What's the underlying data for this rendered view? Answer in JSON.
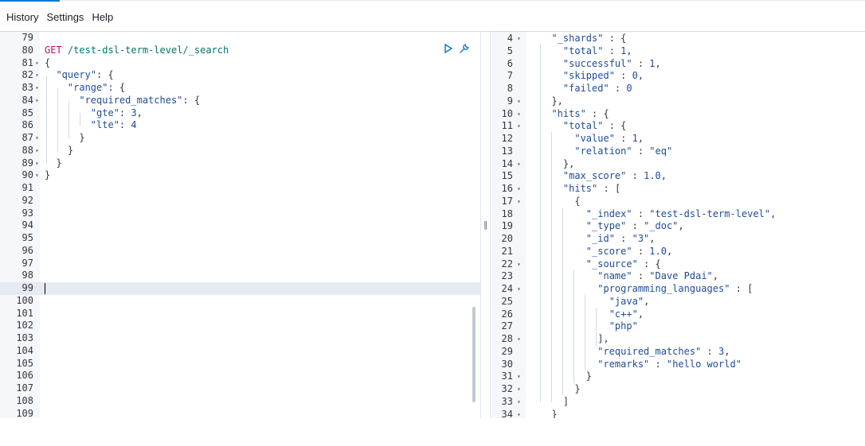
{
  "menu": {
    "items": [
      "History",
      "Settings",
      "Help"
    ]
  },
  "request_editor": {
    "active_line": 99,
    "lines": [
      {
        "n": "79",
        "fold": false,
        "tokens": []
      },
      {
        "n": "80",
        "fold": false,
        "tokens": [
          [
            "method",
            "GET"
          ],
          [
            "punc",
            " "
          ],
          [
            "url",
            "/test-dsl-term-level/_search"
          ]
        ]
      },
      {
        "n": "81",
        "fold": true,
        "tokens": [
          [
            "punc",
            "{"
          ]
        ]
      },
      {
        "n": "82",
        "fold": true,
        "tokens": [
          [
            "punc",
            "  "
          ],
          [
            "key",
            "\"query\""
          ],
          [
            "punc",
            ": {"
          ]
        ]
      },
      {
        "n": "83",
        "fold": true,
        "tokens": [
          [
            "punc",
            "    "
          ],
          [
            "key",
            "\"range\""
          ],
          [
            "punc",
            ": {"
          ]
        ]
      },
      {
        "n": "84",
        "fold": true,
        "tokens": [
          [
            "punc",
            "      "
          ],
          [
            "key",
            "\"required_matches\""
          ],
          [
            "punc",
            ": {"
          ]
        ]
      },
      {
        "n": "85",
        "fold": false,
        "tokens": [
          [
            "punc",
            "        "
          ],
          [
            "key",
            "\"gte\""
          ],
          [
            "punc",
            ": "
          ],
          [
            "num",
            "3"
          ],
          [
            "punc",
            ","
          ]
        ]
      },
      {
        "n": "86",
        "fold": false,
        "tokens": [
          [
            "punc",
            "        "
          ],
          [
            "key",
            "\"lte\""
          ],
          [
            "punc",
            ": "
          ],
          [
            "num",
            "4"
          ]
        ]
      },
      {
        "n": "87",
        "fold": true,
        "tokens": [
          [
            "punc",
            "      }"
          ]
        ]
      },
      {
        "n": "88",
        "fold": true,
        "tokens": [
          [
            "punc",
            "    }"
          ]
        ]
      },
      {
        "n": "89",
        "fold": true,
        "tokens": [
          [
            "punc",
            "  }"
          ]
        ]
      },
      {
        "n": "90",
        "fold": true,
        "tokens": [
          [
            "punc",
            "}"
          ]
        ]
      },
      {
        "n": "91",
        "fold": false,
        "tokens": []
      },
      {
        "n": "92",
        "fold": false,
        "tokens": []
      },
      {
        "n": "93",
        "fold": false,
        "tokens": []
      },
      {
        "n": "94",
        "fold": false,
        "tokens": []
      },
      {
        "n": "95",
        "fold": false,
        "tokens": []
      },
      {
        "n": "96",
        "fold": false,
        "tokens": []
      },
      {
        "n": "97",
        "fold": false,
        "tokens": []
      },
      {
        "n": "98",
        "fold": false,
        "tokens": []
      },
      {
        "n": "99",
        "fold": false,
        "tokens": []
      },
      {
        "n": "100",
        "fold": false,
        "tokens": []
      },
      {
        "n": "101",
        "fold": false,
        "tokens": []
      },
      {
        "n": "102",
        "fold": false,
        "tokens": []
      },
      {
        "n": "103",
        "fold": false,
        "tokens": []
      },
      {
        "n": "104",
        "fold": false,
        "tokens": []
      },
      {
        "n": "105",
        "fold": false,
        "tokens": []
      },
      {
        "n": "106",
        "fold": false,
        "tokens": []
      },
      {
        "n": "107",
        "fold": false,
        "tokens": []
      },
      {
        "n": "108",
        "fold": false,
        "tokens": []
      },
      {
        "n": "109",
        "fold": false,
        "tokens": []
      }
    ]
  },
  "response_editor": {
    "lines": [
      {
        "n": "4",
        "fold": true,
        "tokens": [
          [
            "punc",
            "  "
          ],
          [
            "key",
            "\"_shards\""
          ],
          [
            "punc",
            " : {"
          ]
        ]
      },
      {
        "n": "5",
        "fold": false,
        "tokens": [
          [
            "punc",
            "    "
          ],
          [
            "key",
            "\"total\""
          ],
          [
            "punc",
            " : "
          ],
          [
            "num",
            "1"
          ],
          [
            "punc",
            ","
          ]
        ]
      },
      {
        "n": "6",
        "fold": false,
        "tokens": [
          [
            "punc",
            "    "
          ],
          [
            "key",
            "\"successful\""
          ],
          [
            "punc",
            " : "
          ],
          [
            "num",
            "1"
          ],
          [
            "punc",
            ","
          ]
        ]
      },
      {
        "n": "7",
        "fold": false,
        "tokens": [
          [
            "punc",
            "    "
          ],
          [
            "key",
            "\"skipped\""
          ],
          [
            "punc",
            " : "
          ],
          [
            "num",
            "0"
          ],
          [
            "punc",
            ","
          ]
        ]
      },
      {
        "n": "8",
        "fold": false,
        "tokens": [
          [
            "punc",
            "    "
          ],
          [
            "key",
            "\"failed\""
          ],
          [
            "punc",
            " : "
          ],
          [
            "num",
            "0"
          ]
        ]
      },
      {
        "n": "9",
        "fold": true,
        "tokens": [
          [
            "punc",
            "  },"
          ]
        ]
      },
      {
        "n": "10",
        "fold": true,
        "tokens": [
          [
            "punc",
            "  "
          ],
          [
            "key",
            "\"hits\""
          ],
          [
            "punc",
            " : {"
          ]
        ]
      },
      {
        "n": "11",
        "fold": true,
        "tokens": [
          [
            "punc",
            "    "
          ],
          [
            "key",
            "\"total\""
          ],
          [
            "punc",
            " : {"
          ]
        ]
      },
      {
        "n": "12",
        "fold": false,
        "tokens": [
          [
            "punc",
            "      "
          ],
          [
            "key",
            "\"value\""
          ],
          [
            "punc",
            " : "
          ],
          [
            "num",
            "1"
          ],
          [
            "punc",
            ","
          ]
        ]
      },
      {
        "n": "13",
        "fold": false,
        "tokens": [
          [
            "punc",
            "      "
          ],
          [
            "key",
            "\"relation\""
          ],
          [
            "punc",
            " : "
          ],
          [
            "str",
            "\"eq\""
          ]
        ]
      },
      {
        "n": "14",
        "fold": true,
        "tokens": [
          [
            "punc",
            "    },"
          ]
        ]
      },
      {
        "n": "15",
        "fold": false,
        "tokens": [
          [
            "punc",
            "    "
          ],
          [
            "key",
            "\"max_score\""
          ],
          [
            "punc",
            " : "
          ],
          [
            "num",
            "1.0"
          ],
          [
            "punc",
            ","
          ]
        ]
      },
      {
        "n": "16",
        "fold": true,
        "tokens": [
          [
            "punc",
            "    "
          ],
          [
            "key",
            "\"hits\""
          ],
          [
            "punc",
            " : ["
          ]
        ]
      },
      {
        "n": "17",
        "fold": true,
        "tokens": [
          [
            "punc",
            "      {"
          ]
        ]
      },
      {
        "n": "18",
        "fold": false,
        "tokens": [
          [
            "punc",
            "        "
          ],
          [
            "key",
            "\"_index\""
          ],
          [
            "punc",
            " : "
          ],
          [
            "str",
            "\"test-dsl-term-level\""
          ],
          [
            "punc",
            ","
          ]
        ]
      },
      {
        "n": "19",
        "fold": false,
        "tokens": [
          [
            "punc",
            "        "
          ],
          [
            "key",
            "\"_type\""
          ],
          [
            "punc",
            " : "
          ],
          [
            "str",
            "\"_doc\""
          ],
          [
            "punc",
            ","
          ]
        ]
      },
      {
        "n": "20",
        "fold": false,
        "tokens": [
          [
            "punc",
            "        "
          ],
          [
            "key",
            "\"_id\""
          ],
          [
            "punc",
            " : "
          ],
          [
            "str",
            "\"3\""
          ],
          [
            "punc",
            ","
          ]
        ]
      },
      {
        "n": "21",
        "fold": false,
        "tokens": [
          [
            "punc",
            "        "
          ],
          [
            "key",
            "\"_score\""
          ],
          [
            "punc",
            " : "
          ],
          [
            "num",
            "1.0"
          ],
          [
            "punc",
            ","
          ]
        ]
      },
      {
        "n": "22",
        "fold": true,
        "tokens": [
          [
            "punc",
            "        "
          ],
          [
            "key",
            "\"_source\""
          ],
          [
            "punc",
            " : {"
          ]
        ]
      },
      {
        "n": "23",
        "fold": false,
        "tokens": [
          [
            "punc",
            "          "
          ],
          [
            "key",
            "\"name\""
          ],
          [
            "punc",
            " : "
          ],
          [
            "str",
            "\"Dave Pdai\""
          ],
          [
            "punc",
            ","
          ]
        ]
      },
      {
        "n": "24",
        "fold": true,
        "tokens": [
          [
            "punc",
            "          "
          ],
          [
            "key",
            "\"programming_languages\""
          ],
          [
            "punc",
            " : ["
          ]
        ]
      },
      {
        "n": "25",
        "fold": false,
        "tokens": [
          [
            "punc",
            "            "
          ],
          [
            "str",
            "\"java\""
          ],
          [
            "punc",
            ","
          ]
        ]
      },
      {
        "n": "26",
        "fold": false,
        "tokens": [
          [
            "punc",
            "            "
          ],
          [
            "str",
            "\"c++\""
          ],
          [
            "punc",
            ","
          ]
        ]
      },
      {
        "n": "27",
        "fold": false,
        "tokens": [
          [
            "punc",
            "            "
          ],
          [
            "str",
            "\"php\""
          ]
        ]
      },
      {
        "n": "28",
        "fold": true,
        "tokens": [
          [
            "punc",
            "          ],"
          ]
        ]
      },
      {
        "n": "29",
        "fold": false,
        "tokens": [
          [
            "punc",
            "          "
          ],
          [
            "key",
            "\"required_matches\""
          ],
          [
            "punc",
            " : "
          ],
          [
            "num",
            "3"
          ],
          [
            "punc",
            ","
          ]
        ]
      },
      {
        "n": "30",
        "fold": false,
        "tokens": [
          [
            "punc",
            "          "
          ],
          [
            "key",
            "\"remarks\""
          ],
          [
            "punc",
            " : "
          ],
          [
            "str",
            "\"hello world\""
          ]
        ]
      },
      {
        "n": "31",
        "fold": true,
        "tokens": [
          [
            "punc",
            "        }"
          ]
        ]
      },
      {
        "n": "32",
        "fold": true,
        "tokens": [
          [
            "punc",
            "      }"
          ]
        ]
      },
      {
        "n": "33",
        "fold": true,
        "tokens": [
          [
            "punc",
            "    ]"
          ]
        ]
      },
      {
        "n": "34",
        "fold": true,
        "tokens": [
          [
            "punc",
            "  }"
          ]
        ]
      }
    ]
  },
  "icons": {
    "run": "play-icon",
    "settings": "wrench-icon",
    "fold": "fold-arrow-icon",
    "splitter": "drag-handle-icon"
  },
  "colors": {
    "accent": "#0077cc",
    "method": "#c80a68",
    "url": "#00756c",
    "json": "#1f4b99",
    "active_line": "#e6ebf2"
  }
}
